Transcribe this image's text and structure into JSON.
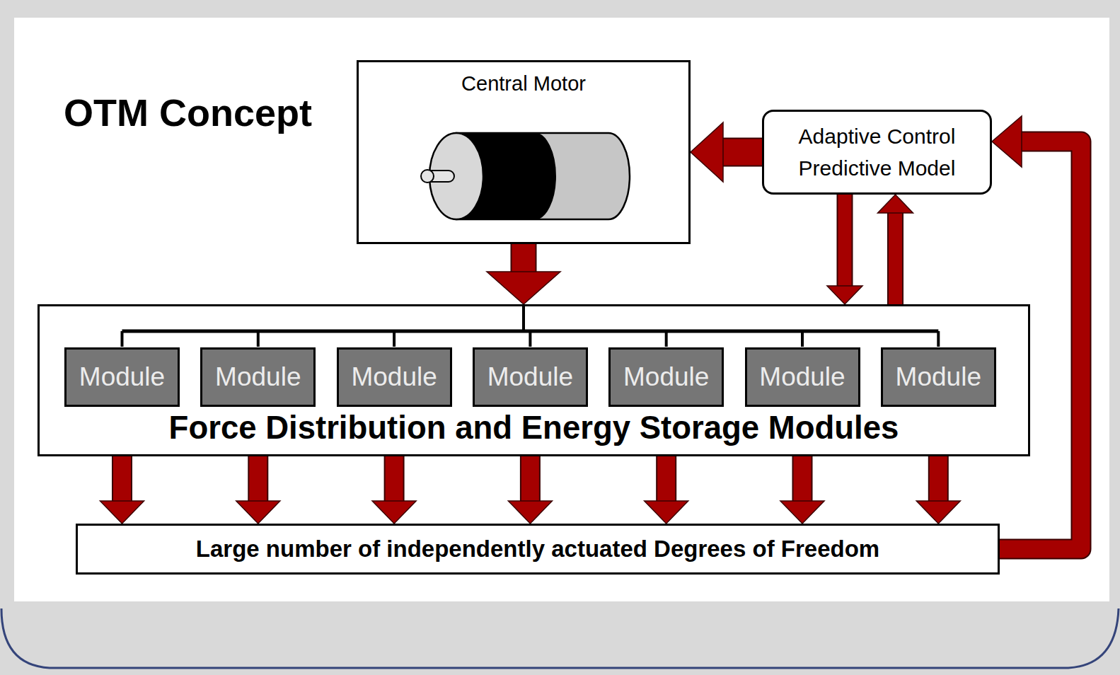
{
  "diagram": {
    "title": "OTM Concept",
    "nodes": [
      {
        "text": [
          "Central Motor"
        ]
      },
      {
        "text": [
          "Adaptive Control Predictive Model"
        ]
      },
      {
        "text": [
          "Force Distribution and Energy Storage Modules"
        ]
      },
      {
        "text": [
          "Module"
        ],
        "in": 2
      },
      {
        "text": [
          "Module"
        ],
        "in": 2
      },
      {
        "text": [
          "Module"
        ],
        "in": 2
      },
      {
        "text": [
          "Module"
        ],
        "in": 2
      },
      {
        "text": [
          "Module"
        ],
        "in": 2
      },
      {
        "text": [
          "Module"
        ],
        "in": 2
      },
      {
        "text": [
          "Module"
        ],
        "in": 2
      },
      {
        "text": [
          "Large number of independently actuated Degrees of Freedom"
        ]
      }
    ],
    "edges": [
      {
        "from": 1,
        "to": 0,
        "arrow": "to"
      },
      {
        "from": 0,
        "to": 2,
        "arrow": "to"
      },
      {
        "from": 1,
        "to": 2,
        "arrow": "to"
      },
      {
        "from": 2,
        "to": 1,
        "arrow": "to"
      },
      {
        "from": 3,
        "to": 10,
        "arrow": "to"
      },
      {
        "from": 4,
        "to": 10,
        "arrow": "to"
      },
      {
        "from": 5,
        "to": 10,
        "arrow": "to"
      },
      {
        "from": 6,
        "to": 10,
        "arrow": "to"
      },
      {
        "from": 7,
        "to": 10,
        "arrow": "to"
      },
      {
        "from": 8,
        "to": 10,
        "arrow": "to"
      },
      {
        "from": 9,
        "to": 10,
        "arrow": "to"
      },
      {
        "from": 10,
        "to": 1,
        "arrow": "to"
      }
    ]
  }
}
